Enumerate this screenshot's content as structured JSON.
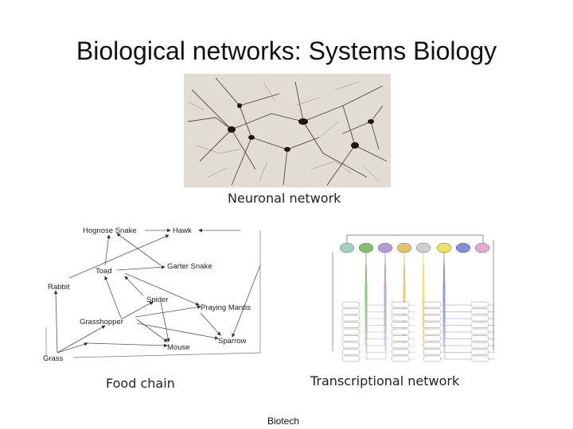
{
  "slide": {
    "title": "Biological networks: Systems Biology",
    "footer": "Biotech"
  },
  "neuronal": {
    "caption": "Neuronal network"
  },
  "food_chain": {
    "caption": "Food chain",
    "nodes": {
      "hognose_snake": "Hognose Snake",
      "hawk": "Hawk",
      "toad": "Toad",
      "garter_snake": "Garter Snake",
      "rabbit": "Rabbit",
      "spider": "Spider",
      "praying_mantis": "Praying Mantis",
      "grasshopper": "Grasshopper",
      "mouse": "Mouse",
      "sparrow": "Sparrow",
      "grass": "Grass"
    }
  },
  "transcriptional": {
    "caption": "Transcriptional network",
    "colors": [
      "#9fd4c4",
      "#7fbf6a",
      "#b79ad8",
      "#e6c36a",
      "#cfcfcf",
      "#f2df5c",
      "#7f8fdc",
      "#e4a9d3"
    ]
  }
}
